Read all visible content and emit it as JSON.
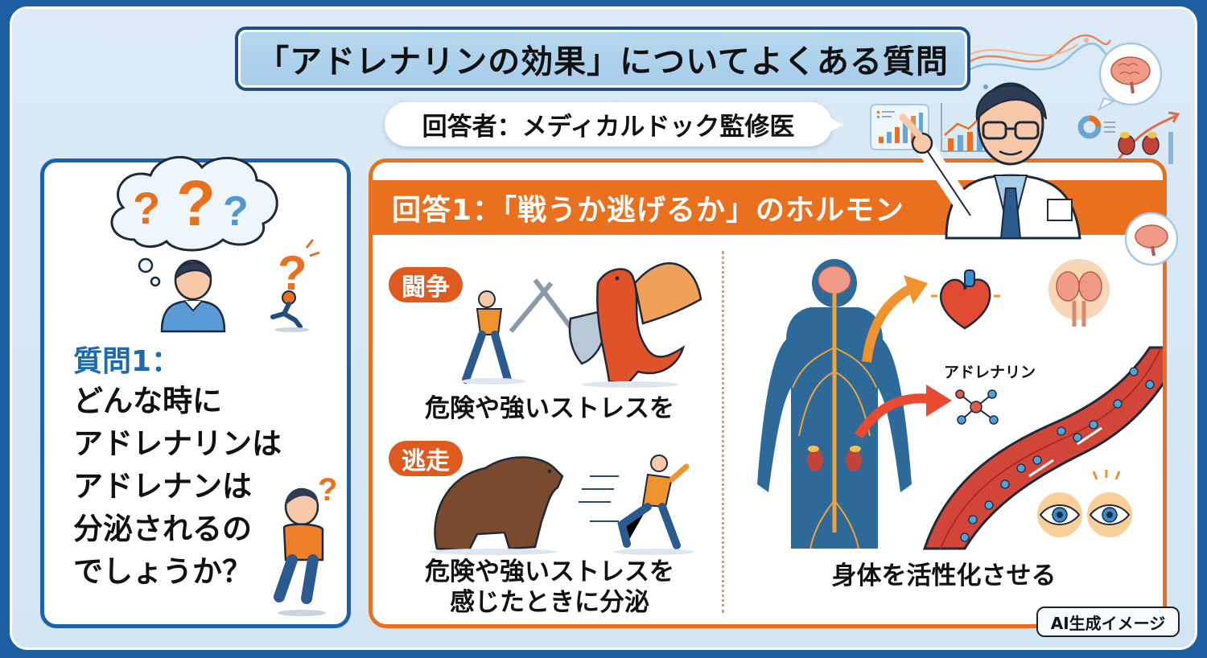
{
  "header": {
    "title": "「アドレナリンの効果」についてよくある質問",
    "responder": "回答者：メディカルドック監修医"
  },
  "question": {
    "label": "質問1：",
    "lines": [
      "どんな時に",
      "アドレナリンは",
      "アドレナンは",
      "分泌されるの",
      "でしょうか？"
    ]
  },
  "answer": {
    "header": "回答1：「戦うか逃げるか」のホルモン",
    "fight": {
      "tag": "闘争",
      "caption": "危険や強いストレスを"
    },
    "flight": {
      "tag": "逃走",
      "caption_lines": [
        "危険や強いストレスを",
        "感じたときに分泌"
      ]
    },
    "body": {
      "molecule_label": "アドレナリン",
      "caption": "身体を活性化させる"
    }
  },
  "badge": {
    "label": "AI生成イメージ"
  },
  "colors": {
    "frame_blue": "#1d5fa0",
    "panel_blue": "#1d62a6",
    "accent_orange": "#e8701f",
    "tag_orange": "#de5a1e",
    "question_blue": "#1e6aaf",
    "background": "#dbeaf6"
  }
}
